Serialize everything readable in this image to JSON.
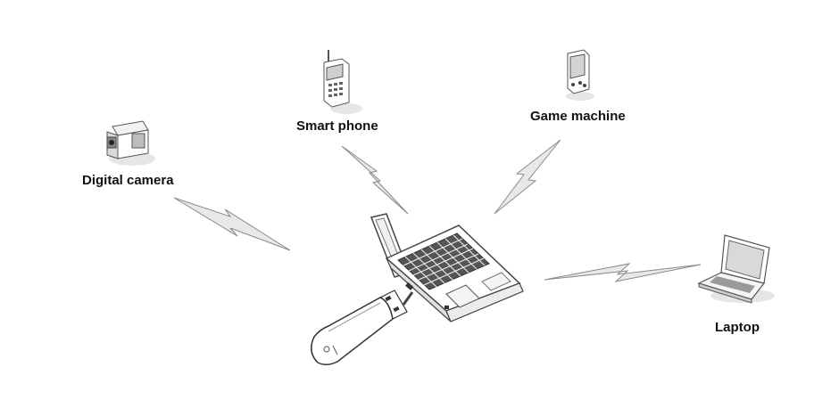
{
  "diagram": {
    "devices": {
      "digital_camera": {
        "label": "Digital camera",
        "icon": "video-camera-icon"
      },
      "smart_phone": {
        "label": "Smart phone",
        "icon": "mobile-phone-icon"
      },
      "game_machine": {
        "label": "Game machine",
        "icon": "handheld-game-icon"
      },
      "laptop": {
        "label": "Laptop",
        "icon": "laptop-icon"
      }
    },
    "hub": {
      "icon": "notebook-computer-icon"
    },
    "adapter": {
      "icon": "usb-wireless-adapter-icon"
    },
    "links": {
      "icon": "wireless-signal-bolt-icon"
    },
    "colors": {
      "line": "#555555",
      "bolt": "#e8e8e8",
      "bolt_stroke": "#8a8a8a",
      "shadow": "#e6e6e6",
      "screen": "#d9d9d9"
    }
  }
}
